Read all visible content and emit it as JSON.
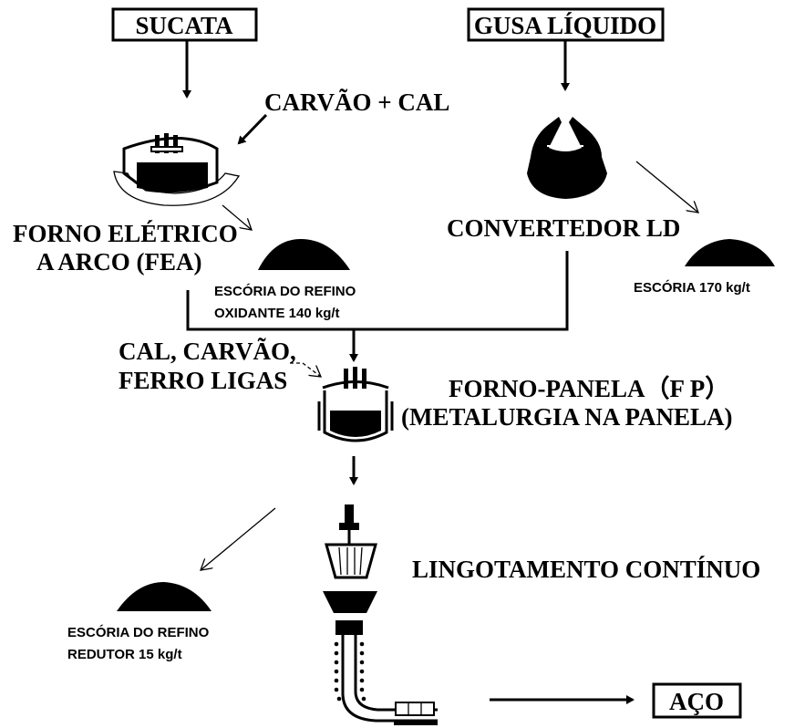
{
  "inputs": {
    "scrap": "SUCATA",
    "hot_metal": "GUSA LÍQUIDO",
    "eaf_additions": "CARVÃO + CAL",
    "ladle_additions_1": "CAL, CARVÃO,",
    "ladle_additions_2": "FERRO  LIGAS"
  },
  "units": {
    "eaf_1": "FORNO ELÉTRICO",
    "eaf_2": "A ARCO (FEA)",
    "converter": "CONVERTEDOR LD",
    "ladle_furnace_1": "FORNO-PANELA（F P）",
    "ladle_furnace_2": "(METALURGIA NA PANELA)",
    "casting": "LINGOTAMENTO CONTÍNUO"
  },
  "slags": {
    "oxidizing_1": "ESCÓRIA DO REFINO",
    "oxidizing_2": "OXIDANTE 140 kg/t",
    "converter": "ESCÓRIA 170 kg/t",
    "reducing_1": "ESCÓRIA DO REFINO",
    "reducing_2": "REDUTOR   15  kg/t"
  },
  "output": {
    "steel": "AÇO"
  }
}
